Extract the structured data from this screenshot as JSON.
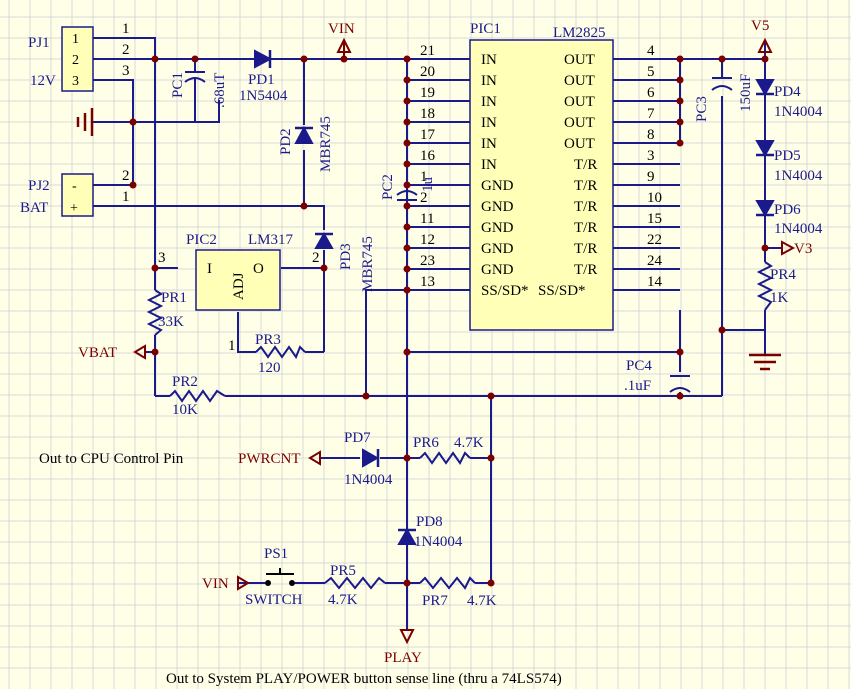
{
  "connectors": {
    "pj1": {
      "ref": "PJ1",
      "pins": [
        "1",
        "2",
        "3"
      ],
      "voltage": "12V"
    },
    "pj2": {
      "ref": "PJ2",
      "pins": [
        "-",
        "+"
      ],
      "name": "BAT"
    }
  },
  "parts": {
    "pc1": {
      "ref": "PC1",
      "value": ".68uT"
    },
    "pd1": {
      "ref": "PD1",
      "value": "1N5404"
    },
    "pd2": {
      "ref": "PD2",
      "value": "MBR745"
    },
    "pd3": {
      "ref": "PD3",
      "value": "MBR745"
    },
    "pic2": {
      "ref": "PIC2",
      "value": "LM317",
      "pin_i": "I",
      "pin_o": "O",
      "pin_adj": "ADJ"
    },
    "pr1": {
      "ref": "PR1",
      "value": "33K"
    },
    "pr2": {
      "ref": "PR2",
      "value": "10K"
    },
    "pr3": {
      "ref": "PR3",
      "value": "120"
    },
    "pc2": {
      "ref": "PC2",
      "value": "1u"
    },
    "pc3": {
      "ref": "PC3",
      "value": "150uF"
    },
    "pc4": {
      "ref": "PC4",
      "value": ".1uF"
    },
    "pd4": {
      "ref": "PD4",
      "value": "1N4004"
    },
    "pd5": {
      "ref": "PD5",
      "value": "1N4004"
    },
    "pd6": {
      "ref": "PD6",
      "value": "1N4004"
    },
    "pr4": {
      "ref": "PR4",
      "value": "1K"
    },
    "pd7": {
      "ref": "PD7",
      "value": "1N4004"
    },
    "pd8": {
      "ref": "PD8",
      "value": "1N4004"
    },
    "pr5": {
      "ref": "PR5",
      "value": "4.7K"
    },
    "pr6": {
      "ref": "PR6",
      "value": "4.7K"
    },
    "pr7": {
      "ref": "PR7",
      "value": "4.7K"
    },
    "ps1": {
      "ref": "PS1",
      "value": "SWITCH"
    }
  },
  "pic1": {
    "ref": "PIC1",
    "value": "LM2825",
    "left_pins": [
      {
        "num": "21",
        "name": "IN"
      },
      {
        "num": "20",
        "name": "IN"
      },
      {
        "num": "19",
        "name": "IN"
      },
      {
        "num": "18",
        "name": "IN"
      },
      {
        "num": "17",
        "name": "IN"
      },
      {
        "num": "16",
        "name": "IN"
      },
      {
        "num": "1",
        "name": "GND"
      },
      {
        "num": "2",
        "name": "GND"
      },
      {
        "num": "11",
        "name": "GND"
      },
      {
        "num": "12",
        "name": "GND"
      },
      {
        "num": "23",
        "name": "GND"
      },
      {
        "num": "13",
        "name": "SS/SD*"
      }
    ],
    "right_pins": [
      {
        "num": "4",
        "name": "OUT"
      },
      {
        "num": "5",
        "name": "OUT"
      },
      {
        "num": "6",
        "name": "OUT"
      },
      {
        "num": "7",
        "name": "OUT"
      },
      {
        "num": "8",
        "name": "OUT"
      },
      {
        "num": "3",
        "name": "T/R"
      },
      {
        "num": "9",
        "name": "T/R"
      },
      {
        "num": "10",
        "name": "T/R"
      },
      {
        "num": "15",
        "name": "T/R"
      },
      {
        "num": "22",
        "name": "T/R"
      },
      {
        "num": "24",
        "name": "T/R"
      },
      {
        "num": "14",
        "name": "SS/SD*"
      }
    ]
  },
  "pin_numbers": {
    "pj1_1": "1",
    "pj1_2": "2",
    "pj1_3": "3",
    "pj2_2": "2",
    "pj2_1": "1",
    "pic2_3": "3",
    "pic2_2": "2",
    "pic2_1": "1"
  },
  "nets": {
    "vin_top": "VIN",
    "v5": "V5",
    "v3": "V3",
    "vbat": "VBAT",
    "pwrcnt": "PWRCNT",
    "vin_sw": "VIN",
    "play": "PLAY"
  },
  "notes": {
    "cpu": "Out to CPU Control Pin",
    "play": "Out to System PLAY/POWER button sense line (thru a 74LS574)"
  }
}
